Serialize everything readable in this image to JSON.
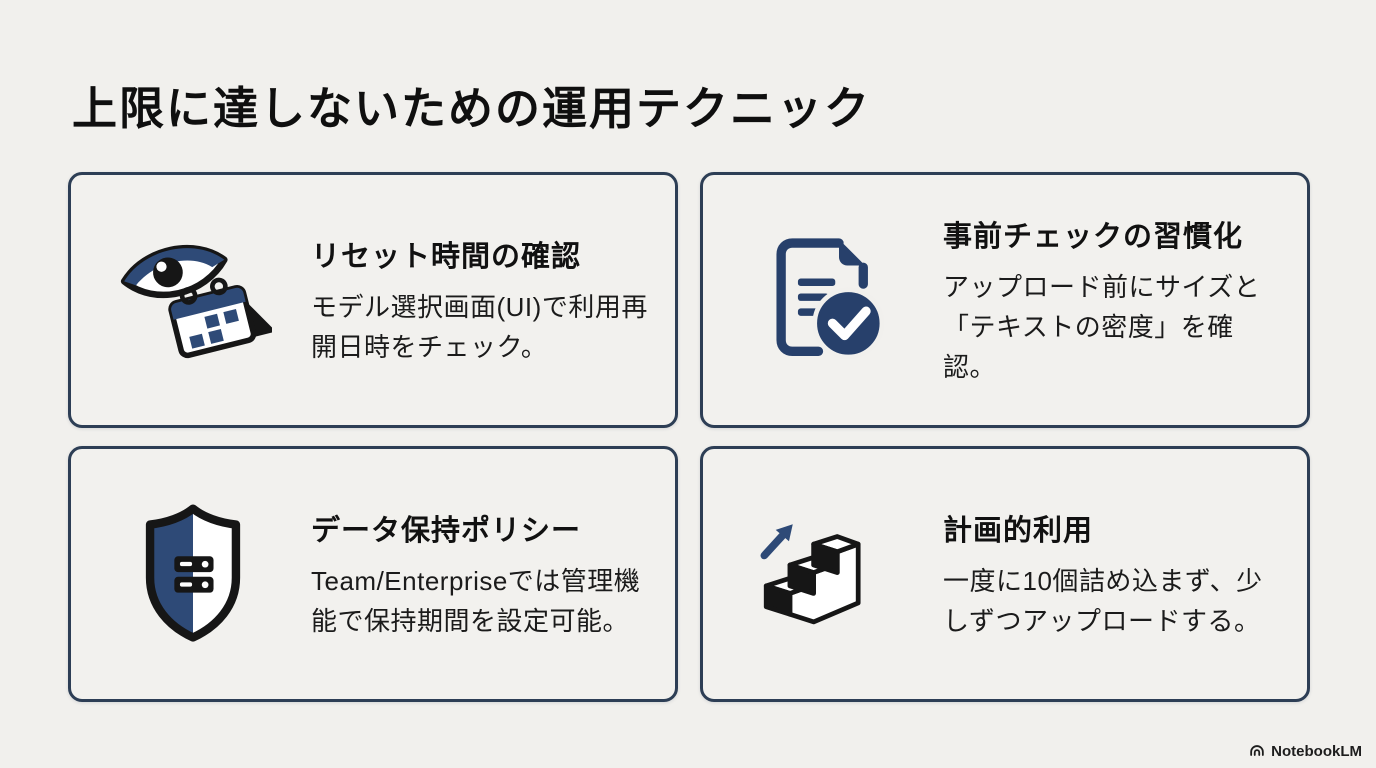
{
  "page": {
    "title": "上限に達しないための運用テクニック",
    "background": "#f1f0ed"
  },
  "colors": {
    "accent_navy": "#2e4a77",
    "dark_navy": "#27406b",
    "card_border": "#2d3e55",
    "outline_black": "#161616",
    "text": "#141414"
  },
  "cards": [
    {
      "icon": "eye-calendar-icon",
      "title": "リセット時間の確認",
      "body": "モデル選択画面(UI)で利用再開日時をチェック。"
    },
    {
      "icon": "document-check-icon",
      "title": "事前チェックの習慣化",
      "body": "アップロード前にサイズと「テキストの密度」を確認。"
    },
    {
      "icon": "shield-data-icon",
      "title": "データ保持ポリシー",
      "body": "Team/Enterpriseでは管理機能で保持期間を設定可能。"
    },
    {
      "icon": "stairs-arrow-icon",
      "title": "計画的利用",
      "body": "一度に10個詰め込まず、少しずつアップロードする。"
    }
  ],
  "branding": {
    "label": "NotebookLM",
    "logo_icon": "notebooklm-logo-icon"
  }
}
